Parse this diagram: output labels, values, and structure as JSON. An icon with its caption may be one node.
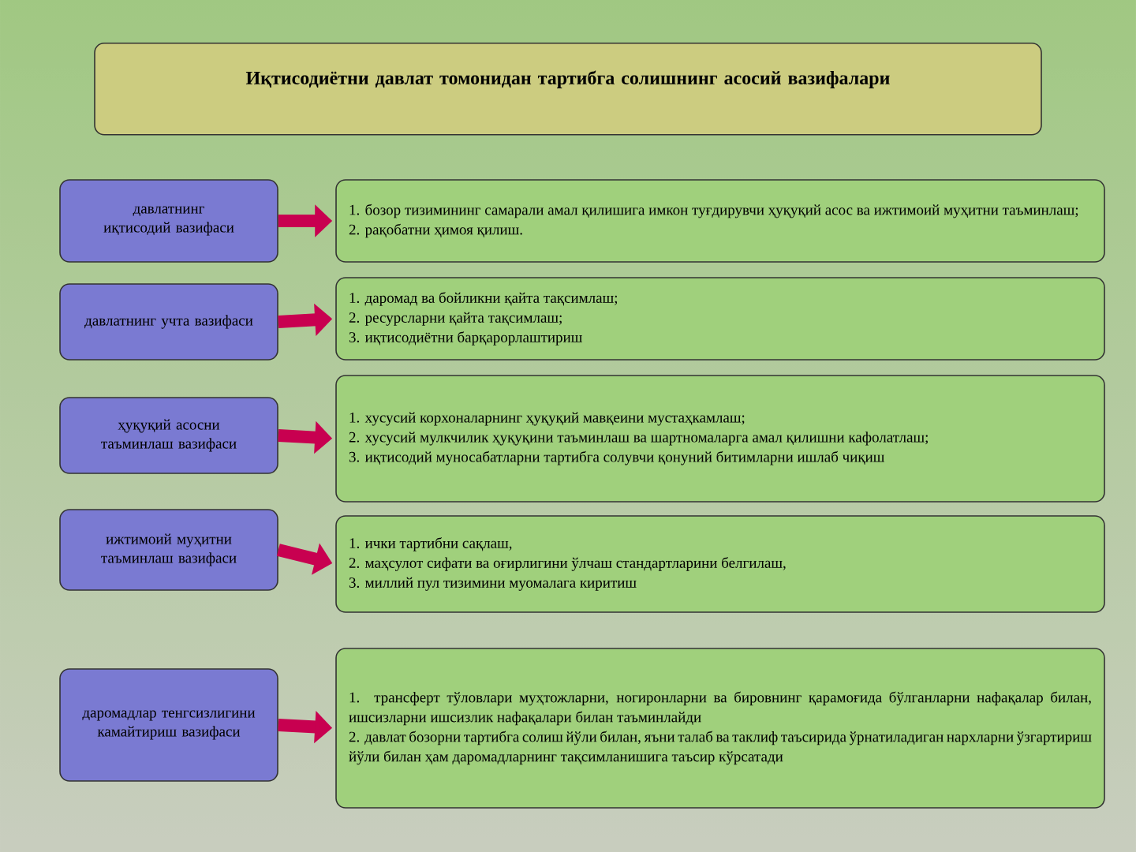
{
  "diagram": {
    "nodes": [
      {
        "text": [
          "Иқтисодиётни давлат томонидан тартибга солишнинг асосий вазифалари"
        ]
      },
      {
        "text": [
          "давлатнинг иқтисодий вазифаси"
        ]
      },
      {
        "text": [
          "1. бозор тизимининг самарали амал қилишига имкон туғдирувчи ҳуқуқий асос ва ижтимоий муҳитни таъминлаш;",
          "2. рақобатни ҳимоя қилиш."
        ]
      },
      {
        "text": [
          "давлатнинг учта вазифаси"
        ]
      },
      {
        "text": [
          "1. даромад ва бойликни қайта тақсимлаш;",
          "2. ресурсларни қайта тақсимлаш;",
          "3. иқтисодиётни барқарорлаштириш"
        ]
      },
      {
        "text": [
          "ҳуқуқий асосни таъминлаш вазифаси"
        ]
      },
      {
        "text": [
          "1. хусусий корхоналарнинг ҳуқуқий мавқеини мустаҳкамлаш;",
          "2. хусусий мулкчилик ҳуқуқини таъминлаш ва шартномаларга амал қилишни кафолатлаш;",
          "3. иқтисодий муносабатларни тартибга солувчи қонуний битимларни ишлаб чиқиш"
        ]
      },
      {
        "text": [
          "ижтимоий муҳитни таъминлаш вазифаси"
        ]
      },
      {
        "text": [
          "1. ички тартибни сақлаш,",
          "2. маҳсулот сифати ва оғирлигини ўлчаш стандартларини белгилаш,",
          "3. миллий пул тизимини муомалага киритиш"
        ]
      },
      {
        "text": [
          "даромадлар тенгсизлигини камайтириш вазифаси"
        ]
      },
      {
        "text": [
          "1. трансферт тўловлари муҳтожларни, ногиронларни ва бировнинг қарамоғида бўлганларни нафақалар билан, ишсизларни ишсизлик нафақалари билан таъминлайди",
          "2. давлат бозорни тартибга солиш йўли билан, яъни талаб ва таклиф таъсирида ўрнатиладиган нархларни ўзгартириш йўли билан ҳам даромадларнинг тақсимланишига таъсир кўрсатади"
        ]
      }
    ],
    "edges": [
      {
        "from": 1,
        "to": 2,
        "arrow": "to"
      },
      {
        "from": 3,
        "to": 4,
        "arrow": "to"
      },
      {
        "from": 5,
        "to": 6,
        "arrow": "to"
      },
      {
        "from": 7,
        "to": 8,
        "arrow": "to"
      },
      {
        "from": 9,
        "to": 10,
        "arrow": "to"
      }
    ]
  }
}
